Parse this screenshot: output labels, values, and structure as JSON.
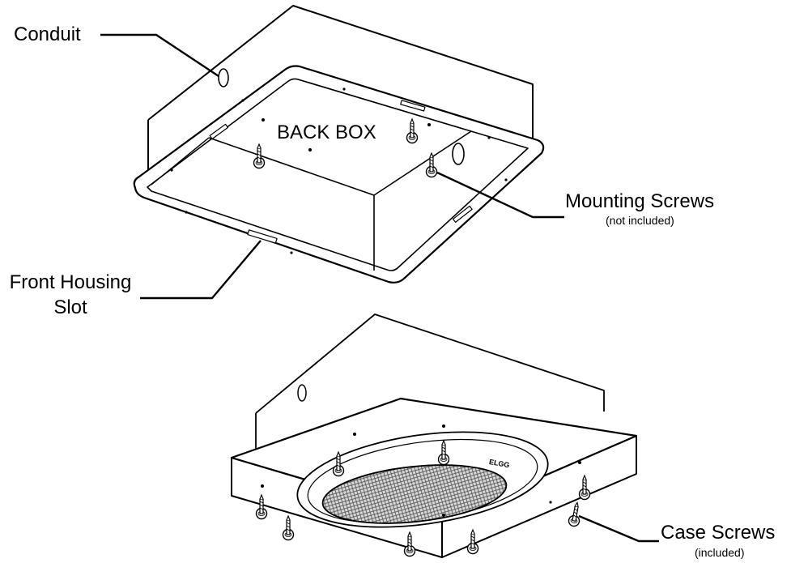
{
  "labels": {
    "conduit": "Conduit",
    "back_box": "BACK BOX",
    "mounting_screws": "Mounting Screws",
    "mounting_screws_note": "(not included)",
    "front_housing_line1": "Front Housing",
    "front_housing_line2": "Slot",
    "case_screws": "Case Screws",
    "case_screws_note": "(included)"
  },
  "logo": {
    "text": "ELGG"
  },
  "colors": {
    "line": "#000000",
    "background": "#ffffff",
    "grille": "#555555"
  }
}
